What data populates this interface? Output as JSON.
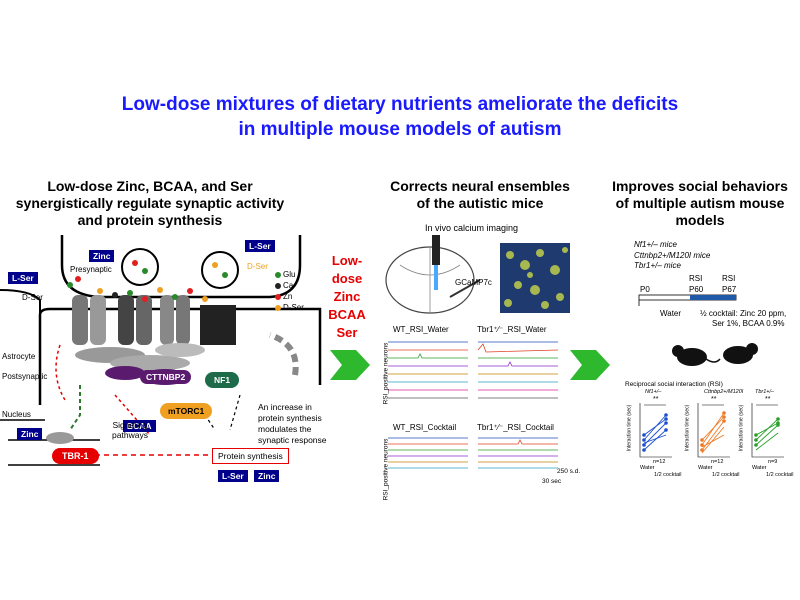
{
  "title": {
    "line1": "Low-dose mixtures of dietary nutrients ameliorate the deficits",
    "line2": "in multiple mouse models of autism"
  },
  "left": {
    "heading1": "Low-dose Zinc, BCAA, and Ser",
    "heading2": "synergistically regulate synaptic activity",
    "heading3": "and protein synthesis",
    "presynaptic": "Presynaptic",
    "postsynaptic": "Postsynaptic",
    "astrocyte": "Astrocyte",
    "nucleus": "Nucleus",
    "zinc": "Zinc",
    "lser": "L-Ser",
    "dser": "D-Ser",
    "legend": [
      "Glu",
      "Ca",
      "Zn",
      "D-Ser"
    ],
    "cttnbp2": "CTTNBP2",
    "nf1": "NF1",
    "mtorc1": "mTORC1",
    "bcaa": "BCAA",
    "tbr1": "TBR-1",
    "signaling1": "Signaling",
    "signaling2": "pathways",
    "protein_synthesis": "Protein synthesis",
    "increase": [
      "An increase in",
      "protein synthesis",
      "modulates the",
      "synaptic response"
    ]
  },
  "center_label": [
    "Low-",
    "dose",
    "Zinc",
    "BCAA",
    "Ser"
  ],
  "middle": {
    "heading1": "Corrects neural ensembles",
    "heading2": "of the autistic mice",
    "imaging": "In vivo calcium imaging",
    "gcamp": "GCaMP7c",
    "panel1": "WT_RSI_Water",
    "panel2": "Tbr1⁺⁄⁻_RSI_Water",
    "panel3": "WT_RSI_Cocktail",
    "panel4": "Tbr1⁺⁄⁻_RSI_Cocktail",
    "ylabel": "RSI_positive neurons",
    "scale1": "250 s.d.",
    "scale2": "30 sec"
  },
  "right": {
    "heading1": "Improves social behaviors",
    "heading2": "of multiple autism mouse",
    "heading3": "models",
    "mice": [
      "Nf1+/– mice",
      "Cttnbp2+/M120I mice",
      "Tbr1+/– mice"
    ],
    "p0": "P0",
    "rsi1": "RSI",
    "p60": "P60",
    "rsi2": "RSI",
    "p67": "P67",
    "water": "Water",
    "cocktail1": "½ cocktail: Zinc 20 ppm,",
    "cocktail2": "Ser 1%, BCAA 0.9%",
    "graph_title": "Reciprocal social interaction (RSI)",
    "g1_title": "Nf1+/–",
    "g2_title": "Cttnbp2+/M120I",
    "g3_title": "Tbr1+/–",
    "ylab": "Interaction time (sec)",
    "xcat1": "Water",
    "xcat2": "1/2 cocktail",
    "n1": "n=12",
    "n2": "n=12",
    "n3": "n=9",
    "sig": "**"
  },
  "colors": {
    "title_blue": "#1a1aff",
    "navy": "#00008b",
    "purple": "#5a1a6e",
    "green_arrow": "#2db82d",
    "orange": "#f0a020",
    "red": "#e60000"
  }
}
